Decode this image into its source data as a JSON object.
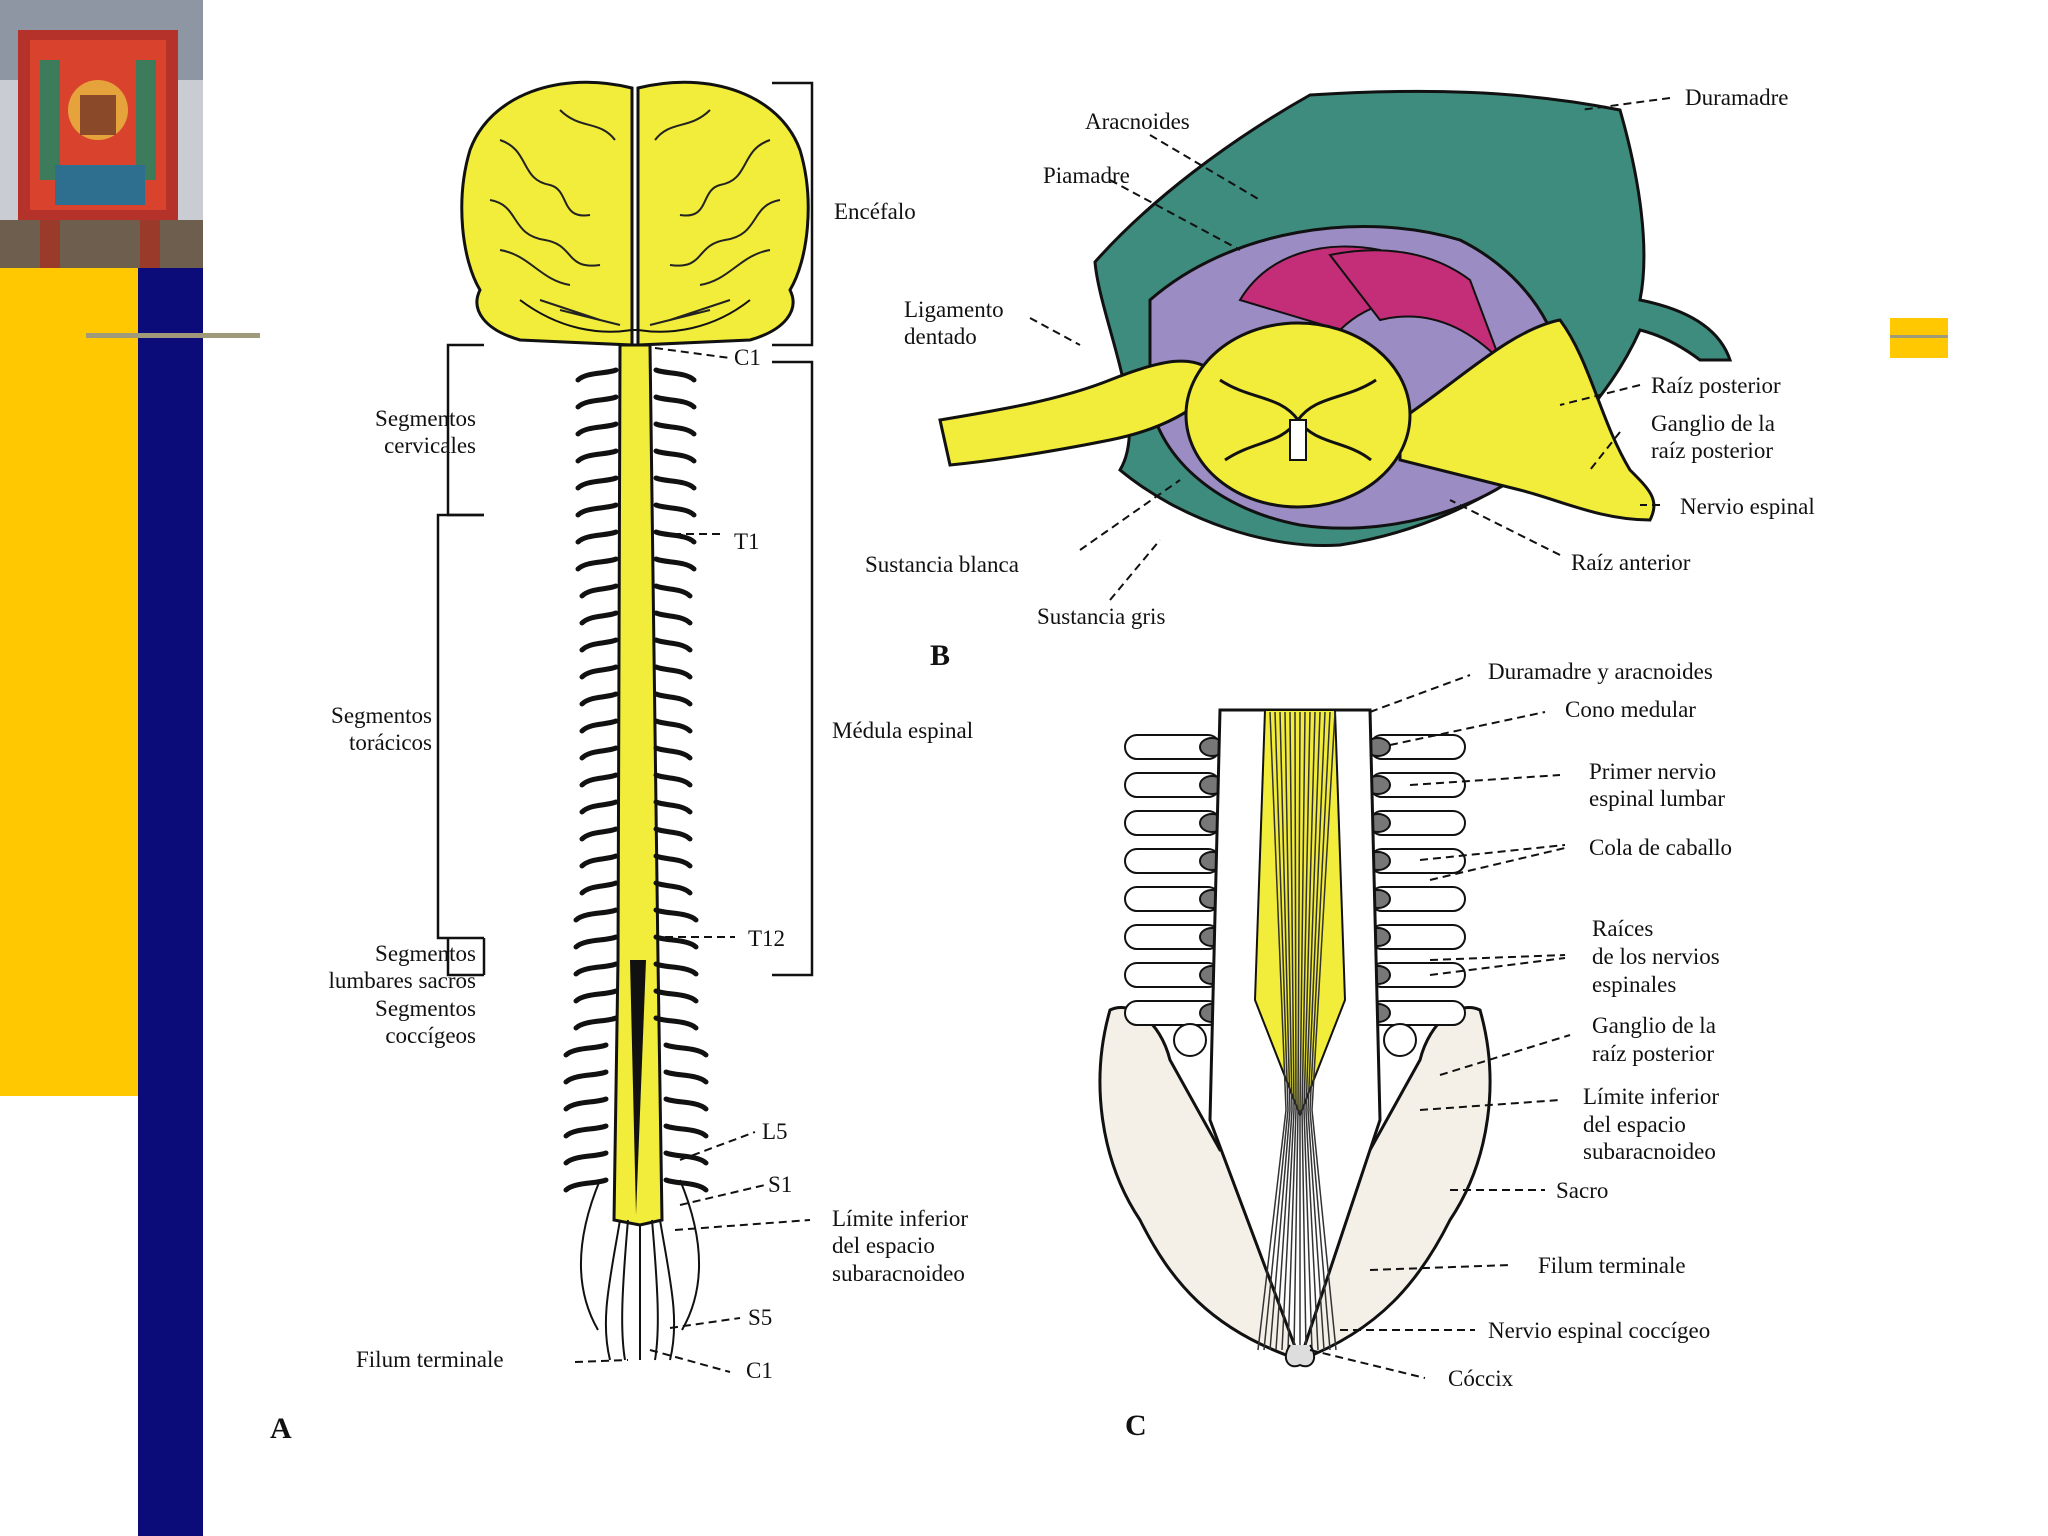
{
  "panel_a": {
    "letter": "A",
    "labels": {
      "encefalo": "Encéfalo",
      "c1_top": "C1",
      "seg_cerv_1": "Segmentos",
      "seg_cerv_2": "cervicales",
      "t1": "T1",
      "seg_tor_1": "Segmentos",
      "seg_tor_2": "torácicos",
      "medula": "Médula espinal",
      "seg_lum_1": "Segmentos",
      "seg_lum_2": "lumbares sacros",
      "seg_coc_1": "Segmentos",
      "seg_coc_2": "coccígeos",
      "t12": "T12",
      "l5": "L5",
      "s1": "S1",
      "limite_1": "Límite inferior",
      "limite_2": "del espacio",
      "limite_3": "subaracnoideo",
      "s5": "S5",
      "filum": "Filum terminale",
      "c1_bottom": "C1"
    }
  },
  "panel_b": {
    "letter": "B",
    "labels": {
      "duramadre": "Duramadre",
      "aracnoides": "Aracnoides",
      "piamadre": "Piamadre",
      "ligamento_1": "Ligamento",
      "ligamento_2": "dentado",
      "raiz_posterior": "Raíz posterior",
      "ganglio_1": "Ganglio de la",
      "ganglio_2": "raíz posterior",
      "nervio_espinal": "Nervio espinal",
      "sustancia_blanca": "Sustancia blanca",
      "raiz_anterior": "Raíz anterior",
      "sustancia_gris": "Sustancia gris"
    }
  },
  "panel_c": {
    "letter": "C",
    "labels": {
      "dura_arac": "Duramadre y aracnoides",
      "cono": "Cono medular",
      "primer_1": "Primer nervio",
      "primer_2": "espinal lumbar",
      "cola": "Cola de caballo",
      "raices_1": "Raíces",
      "raices_2": "de los nervios",
      "raices_3": "espinales",
      "ganglio_1": "Ganglio de la",
      "ganglio_2": "raíz posterior",
      "limite_1": "Límite inferior",
      "limite_2": "del espacio",
      "limite_3": "subaracnoideo",
      "sacro": "Sacro",
      "filum": "Filum terminale",
      "nervio_cocc": "Nervio espinal coccígeo",
      "coccix": "Cóccix"
    }
  },
  "colors": {
    "nerve_yellow": "#F2EC3A",
    "dura_green": "#3E8C7E",
    "arachnoid_purple": "#9C8CC4",
    "pia_pink": "#C42E78",
    "slide_yellow": "#FFC800",
    "slide_navy": "#0B0B7A"
  }
}
